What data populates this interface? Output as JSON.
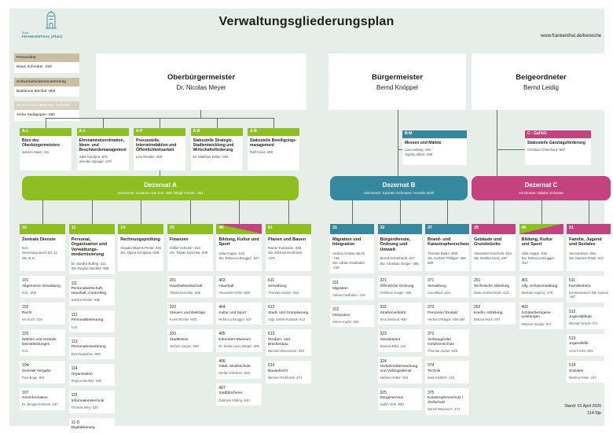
{
  "colors": {
    "green": "#8dbe22",
    "teal": "#35889e",
    "pink": "#c4437f",
    "tan": "#cbbfa3",
    "tan_light": "#d9d2c1",
    "background": "#e7eeea",
    "line": "#5f6f6b"
  },
  "header": {
    "logo_top": "Stadt",
    "logo_name": "FRANKENTHAL (Pfalz)",
    "title": "Verwaltungsgliederungsplan",
    "url": "www.frankenthal.de/bereiche"
  },
  "sidebar": {
    "items": [
      {
        "header": "Personalrat",
        "variant": "dark",
        "person": "Klaus Schreiber -329"
      },
      {
        "header": "Schwerbehindertenvertretung",
        "variant": "dark",
        "person": "Bastienne Bischof -663"
      },
      {
        "header": "50-GIT Gleichstellung / Teilhabe",
        "variant": "light",
        "person": "Aisha Sadagopan -385"
      }
    ]
  },
  "branches": [
    {
      "id": "A",
      "color": "green",
      "leader": {
        "title": "Oberbürgermeister",
        "name": "Dr. Nicolas Meyer"
      },
      "staff": [
        {
          "code": "A-1",
          "title": "Büro des Oberbürgermeisters",
          "names": [
            "Jasmin Haas -411"
          ]
        },
        {
          "code": "A-1",
          "title": "Ehrenamtskoordination, Ideen- und Beschwerdemanagement",
          "names": [
            "Julia Gandyra -975",
            "Jennifer Speiger -279"
          ]
        },
        {
          "code": "A-P",
          "title": "Pressestelle, Internetredaktion und Öffentlichkeitsarbeit",
          "names": [
            "Lisa Randisi -409"
          ]
        },
        {
          "code": "A-B",
          "title": "Stabsstelle Strategie, Stadtentwicklung und Wirtschaftsförderung",
          "names": [
            "Dr. Matthias Kittler -482"
          ]
        },
        {
          "code": "A-B",
          "title": "Stabsstelle Beteiligungs- management",
          "names": [
            "Ralf Kraut -498"
          ]
        }
      ],
      "dezernat": {
        "label": "Dezernat A",
        "vorzimmer": "Vorzimmer: Susanne van Eck -380 / Birgit Tremel - 381"
      },
      "columns": [
        {
          "number": "10",
          "title": "Zentrale Dienste",
          "head": [
            "N.N.",
            "Vertretung durch 20, 11",
            "Stv. N.N."
          ],
          "units": [
            {
              "number": "101",
              "title": "Allgemeine Verwaltung",
              "name": "N.N. -309"
            },
            {
              "number": "102",
              "title": "Recht",
              "name": "Iris Koch -215"
            },
            {
              "number": "103",
              "title": "Wahlen und zentrale Dienstleistungen",
              "name": "N.N."
            },
            {
              "number": "104",
              "title": "Zentrale Vergabe",
              "name": "Paul Boge -991"
            },
            {
              "number": "107",
              "title": "Geoinformation",
              "name": "Dr. Benjamin Bruns -237"
            }
          ]
        },
        {
          "number": "11",
          "title": "Personal, Organisation und Verwaltungs- modernisierung",
          "head": [
            "Dr. Sandra Bulling -211",
            "Stv. Regina Neufeld -388"
          ],
          "units": [
            {
              "number": "111",
              "title": "Personalwirtschaft, Haushalt, Controlling",
              "name": "Sandra Rieder -685"
            },
            {
              "number": "112",
              "title": "Personalbetreuung",
              "name": "N.N."
            },
            {
              "number": "113",
              "title": "Personalentwicklung",
              "name": "Eva Degünther -680"
            },
            {
              "number": "114",
              "title": "Organisation",
              "name": "Regina Neufeld -388"
            },
            {
              "number": "115",
              "title": "Informationstechnik",
              "name": "Thomas Wey -324"
            },
            {
              "number": "11-D",
              "title": "Digitalisierung",
              "name": ""
            }
          ]
        },
        {
          "number": "14",
          "title": "Rechnungsprüfung",
          "head": [
            "Claudia Mutzek-Pentz -225",
            "Stv. Aljona Schipilow -326"
          ],
          "units": []
        },
        {
          "number": "20",
          "title": "Finanzen",
          "head": [
            "Volker Scheirer -213",
            "Stv. Tobias Duschka -208"
          ],
          "units": [
            {
              "number": "201",
              "title": "Haushaltswirtschaft",
              "name": "Tobias Duschka -208"
            },
            {
              "number": "202",
              "title": "Steuern und Beiträge",
              "name": "Kevin Richter -803"
            },
            {
              "number": "203",
              "title": "Stadtkasse",
              "name": "Jochen Jünger -280"
            }
          ]
        },
        {
          "number": "40",
          "split": "a",
          "title": "Bildung, Kultur und Sport",
          "head": [
            "Julia Hoppe -216",
            "Stv. Rebecca Brugger -527"
          ],
          "units": [
            {
              "number": "403",
              "title": "Haushalt",
              "name": "Alexander Höhn -895"
            },
            {
              "number": "404",
              "title": "Kultur und Sport",
              "name": "Rebecca Brugger -527"
            },
            {
              "number": "405",
              "title": "Erkenbert-Museum",
              "name": "Dr. Maria Lucia Weigel -285"
            },
            {
              "number": "406",
              "title": "Städt. Musikschule",
              "name": "Stefan Glöckner -228"
            },
            {
              "number": "407",
              "title": "Stadtbücherei",
              "name": "Gabriele Kölling -640"
            }
          ]
        },
        {
          "number": "61",
          "title": "Planen und Bauen",
          "head": [
            "Rainer Kußmann -306",
            "Stv. Michael Reinhardt -279"
          ],
          "units": [
            {
              "number": "611",
              "title": "Verwaltung",
              "name": "Thorsten Kaiser -493"
            },
            {
              "number": "612",
              "title": "Stadt- und Grünplanung",
              "name": "Anja Jurthe-Podolak -412"
            },
            {
              "number": "613",
              "title": "Straßen- und Brückenbau",
              "name": "Michael Ziesemann -443"
            },
            {
              "number": "614",
              "title": "Bauaufsicht",
              "name": "Michael Reinhardt -274"
            }
          ]
        }
      ]
    },
    {
      "id": "B",
      "color": "teal",
      "leader": {
        "title": "Bürgermeister",
        "name": "Bernd Knöppel"
      },
      "staff": [
        {
          "code": "B-M",
          "title": "Messen und Märkte",
          "names": [
            "Lara Hellwig -264",
            "Sophie Albert -466"
          ]
        }
      ],
      "dezernat": {
        "label": "Dezernat B",
        "vorzimmer": "Vorzimmer: Carmen Ochmann / Kerstin Ziehl"
      },
      "columns": [
        {
          "number": "31",
          "title": "Migration und Integration",
          "head": [
            "Andrea Graber-Jauch -748",
            "Stv. Adrian Faulhaber -418"
          ],
          "units": [
            {
              "number": "311",
              "title": "Migration",
              "name": "Adrian Faulhaber -418"
            },
            {
              "number": "312",
              "title": "Integration",
              "name": "Simon Kader -531"
            }
          ]
        },
        {
          "number": "32",
          "title": "Bürgerdienste, Ordnung und Umwelt",
          "head": [
            "Bernd Schönhardt -227",
            "Stv. Christian Geiger -305"
          ],
          "units": [
            {
              "number": "321",
              "title": "Öffentliche Ordnung",
              "name": "Christian Geiger -305"
            },
            {
              "number": "322",
              "title": "Straßenverkehr",
              "name": "Sina Weiland -895"
            },
            {
              "number": "323",
              "title": "Standesamt",
              "name": "Daniela Bilici -221"
            },
            {
              "number": "324",
              "title": "Verkehrsüberwachung und Vollzugsdienst",
              "name": "Markus Hütter -616"
            },
            {
              "number": "325",
              "title": "Bürgerservice",
              "name": "Judith Veth -660"
            }
          ]
        },
        {
          "number": "37",
          "title": "Brand- und Katastrophenschutz",
          "head": [
            "Thomas Bader -600",
            "Stv. Herbert Philipps -369 880"
          ],
          "units": [
            {
              "number": "371",
              "title": "Verwaltung",
              "name": "Lisa Milius -224"
            },
            {
              "number": "372",
              "title": "Personal / Einsatz",
              "name": "Herbert Philipps -369 880"
            },
            {
              "number": "373",
              "title": "Vorbeugender Gefahrenschutz",
              "name": "Thomas Jäcker -926"
            },
            {
              "number": "374",
              "title": "Technik",
              "name": "Maik Kieblich -133"
            },
            {
              "number": "375",
              "title": "Katastrophenschutz / Zivilschutz",
              "name": "Daniel Weyrauch -171"
            }
          ]
        }
      ]
    },
    {
      "id": "C",
      "color": "pink",
      "leader": {
        "title": "Beigeordneter",
        "name": "Bernd Leidig"
      },
      "staff": [
        {
          "code": "C - GaFöG",
          "title": "Stabsstelle Ganztagsförderung",
          "names": [
            "Christian Charchard -807"
          ]
        }
      ],
      "dezernat": {
        "label": "Dezernat C",
        "vorzimmer": "Vorzimmer: Sabine Schuster"
      },
      "columns": [
        {
          "number": "25",
          "title": "Gebäude und Grundstücke",
          "head": [
            "Alexander Koschnik -514",
            "Stv. Bettina Hock -297"
          ],
          "units": [
            {
              "number": "251",
              "title": "Technische Abteilung",
              "name": "Heike Kohlschmidt -423"
            },
            {
              "number": "252",
              "title": "Kaufm. Abteilung",
              "name": "Bettina Hock -297"
            }
          ]
        },
        {
          "number": "40",
          "split": "c",
          "title": "Bildung, Kultur und Sport",
          "head": [
            "Julia Hoppe -216",
            "Stv. Rebecca Brugger -527"
          ],
          "units": [
            {
              "number": "401",
              "title": "Allg. Schulverwaltung",
              "name": "Mustafa Hajrizaj -478"
            },
            {
              "number": "402",
              "title": "Schülerbezogene Leistungen",
              "name": "Melanie Seplija -917"
            }
          ]
        },
        {
          "number": "51",
          "title": "Familie, Jugend und Soziales",
          "head": [
            "Jan Kardaus -266",
            "Stv. Martina Pisek -247"
          ],
          "units": [
            {
              "number": "511",
              "title": "Familienbüro",
              "name": "kommissarisch Ole Camus -567"
            },
            {
              "number": "512",
              "title": "Jugendpflege",
              "name": "Michael Krauß -471"
            },
            {
              "number": "513",
              "title": "Jugendhilfe",
              "name": "Arne Fuchs -291"
            },
            {
              "number": "514",
              "title": "Soziales",
              "name": "Martina Pisek -247"
            }
          ]
        }
      ]
    }
  ],
  "footer": {
    "stand": "Stand: 01 April 2026",
    "code": "114-Stp"
  }
}
